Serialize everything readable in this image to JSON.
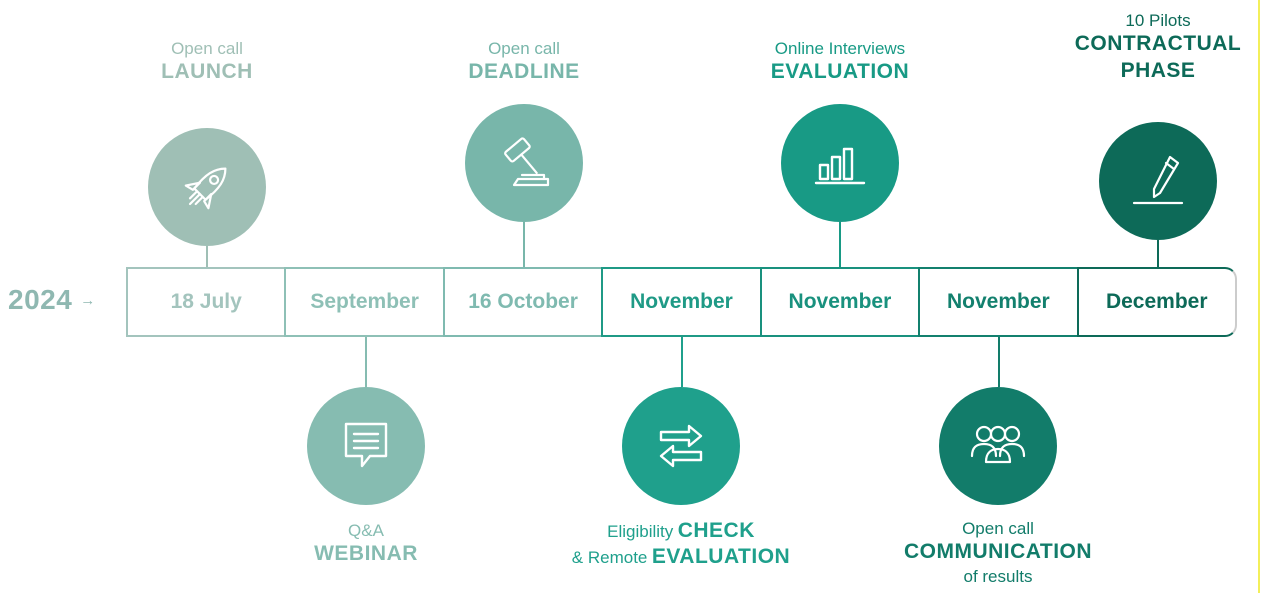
{
  "year": {
    "label": "2024",
    "arrow": "→"
  },
  "timeline": [
    {
      "date": "18 July"
    },
    {
      "date": "September"
    },
    {
      "date": "16 October"
    },
    {
      "date": "November"
    },
    {
      "date": "November"
    },
    {
      "date": "November"
    },
    {
      "date": "December"
    }
  ],
  "milestones": {
    "launch": {
      "line1": "Open call",
      "line2": "LAUNCH",
      "icon": "rocket-icon",
      "color": "#9fbfb5"
    },
    "webinar": {
      "line1": "Q&A",
      "line2": "WEBINAR",
      "icon": "chat-icon",
      "color": "#86bcb1"
    },
    "deadline": {
      "line1": "Open call",
      "line2": "DEADLINE",
      "icon": "gavel-icon",
      "color": "#78b6aa"
    },
    "check": {
      "line1a": "Eligibility",
      "line1b": "CHECK",
      "line2a": "& Remote",
      "line2b": "EVALUATION",
      "icon": "swap-arrows-icon",
      "color": "#1fa08c"
    },
    "evaluation": {
      "line1": "Online Interviews",
      "line2": "EVALUATION",
      "icon": "bar-chart-icon",
      "color": "#189a85"
    },
    "communication": {
      "line1": "Open call",
      "line2": "COMMUNICATION",
      "line3": "of results",
      "icon": "people-icon",
      "color": "#127c6a"
    },
    "contractual": {
      "line1": "10 Pilots",
      "line2": "CONTRACTUAL",
      "line3": "PHASE",
      "icon": "pen-sign-icon",
      "color": "#0d6a58"
    }
  }
}
